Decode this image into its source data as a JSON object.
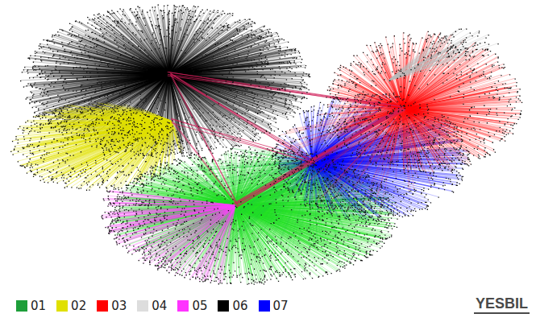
{
  "diagram": {
    "labels": [
      "YESBIL"
    ],
    "legend": [
      {
        "text": "01",
        "color": "#1e9e3a"
      },
      {
        "text": "02",
        "color": "#e0e000"
      },
      {
        "text": "03",
        "color": "#ff0000"
      },
      {
        "text": "04",
        "color": "#dddddd"
      },
      {
        "text": "05",
        "color": "#ff33ff"
      },
      {
        "text": "06",
        "color": "#000000"
      },
      {
        "text": "07",
        "color": "#0000ff"
      }
    ]
  }
}
